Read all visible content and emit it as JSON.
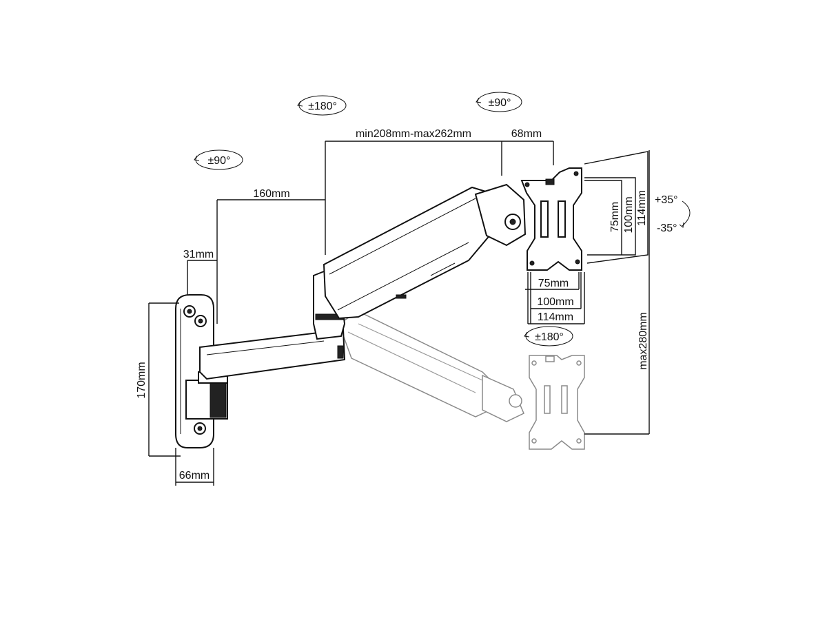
{
  "rotation_labels": {
    "base_swivel": "±90°",
    "elbow_swivel": "±180°",
    "head_swivel": "±90°",
    "screen_rotation": "±180°",
    "tilt_up": "+35°",
    "tilt_down": "-35°"
  },
  "dimensions": {
    "forearm_length": "min208mm-max262mm",
    "head_depth": "68mm",
    "upper_arm_length": "160mm",
    "wall_offset": "31mm",
    "plate_height": "170mm",
    "plate_width": "66mm",
    "height_range": "max280mm",
    "vesa_h_75": "75mm",
    "vesa_h_100": "100mm",
    "vesa_h_114": "114mm",
    "vesa_v_75": "75mm",
    "vesa_v_100": "100mm",
    "vesa_v_114": "114mm"
  },
  "colors": {
    "line": "#111111",
    "ghost": "#8a8a8a",
    "background": "#ffffff"
  }
}
